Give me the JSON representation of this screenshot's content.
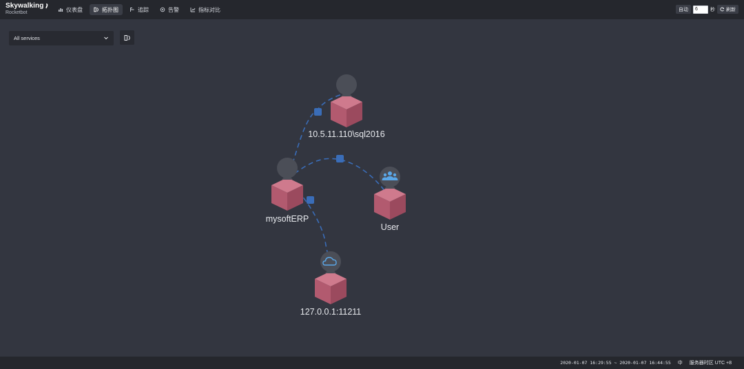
{
  "brand": {
    "title": "Skywalking",
    "subtitle": "Rocketbot"
  },
  "nav": [
    {
      "label": "仪表盘",
      "icon": "dashboard-icon",
      "active": false
    },
    {
      "label": "拓扑图",
      "icon": "topology-icon",
      "active": true
    },
    {
      "label": "追踪",
      "icon": "trace-icon",
      "active": false
    },
    {
      "label": "告警",
      "icon": "alarm-icon",
      "active": false
    },
    {
      "label": "指标对比",
      "icon": "compare-icon",
      "active": false
    }
  ],
  "controls": {
    "auto_label": "自动",
    "interval_value": "6",
    "unit_label": "秒",
    "refresh_label": "刷新"
  },
  "toolbar": {
    "service_select": "All services"
  },
  "topology": {
    "nodes": [
      {
        "id": "sql",
        "label": "10.5.11.110\\sql2016",
        "icon": "database-icon"
      },
      {
        "id": "erp",
        "label": "mysoftERP",
        "icon": "service-icon"
      },
      {
        "id": "user",
        "label": "User",
        "icon": "user-group-icon"
      },
      {
        "id": "memcache",
        "label": "127.0.0.1:11211",
        "icon": "cloud-icon"
      }
    ],
    "edges": [
      {
        "from": "erp",
        "to": "sql"
      },
      {
        "from": "user",
        "to": "erp"
      },
      {
        "from": "erp",
        "to": "memcache"
      }
    ],
    "colors": {
      "background": "#333640",
      "node_face": "#b75a70",
      "edge": "#3a6db8",
      "badge": "#4b4e57"
    }
  },
  "footer": {
    "time_range": "2020-01-07 16:29:55 ~ 2020-01-07 16:44:55",
    "lang": "中",
    "timezone": "服务器时区 UTC +8"
  }
}
